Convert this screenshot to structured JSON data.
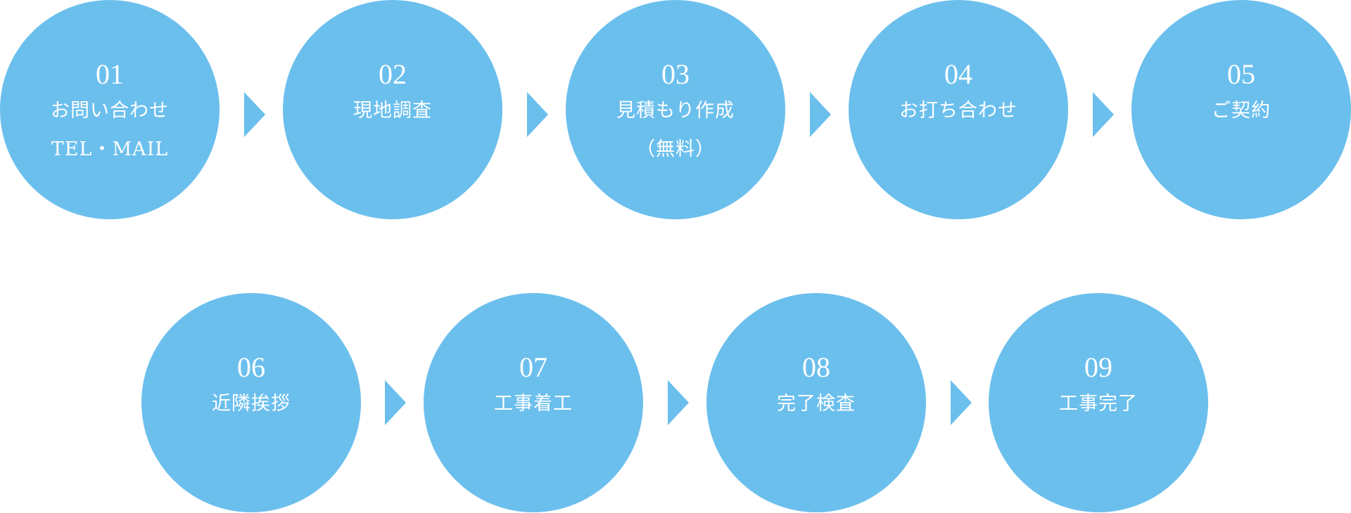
{
  "colors": {
    "circle": "#6bbfed",
    "text": "#ffffff"
  },
  "steps": [
    {
      "number": "01",
      "lines": [
        "お問い合わせ",
        "TEL・MAIL"
      ]
    },
    {
      "number": "02",
      "lines": [
        "現地調査"
      ]
    },
    {
      "number": "03",
      "lines": [
        "見積もり作成",
        "（無料）"
      ]
    },
    {
      "number": "04",
      "lines": [
        "お打ち合わせ"
      ]
    },
    {
      "number": "05",
      "lines": [
        "ご契約"
      ]
    },
    {
      "number": "06",
      "lines": [
        "近隣挨拶"
      ]
    },
    {
      "number": "07",
      "lines": [
        "工事着工"
      ]
    },
    {
      "number": "08",
      "lines": [
        "完了検査"
      ]
    },
    {
      "number": "09",
      "lines": [
        "工事完了"
      ]
    }
  ]
}
